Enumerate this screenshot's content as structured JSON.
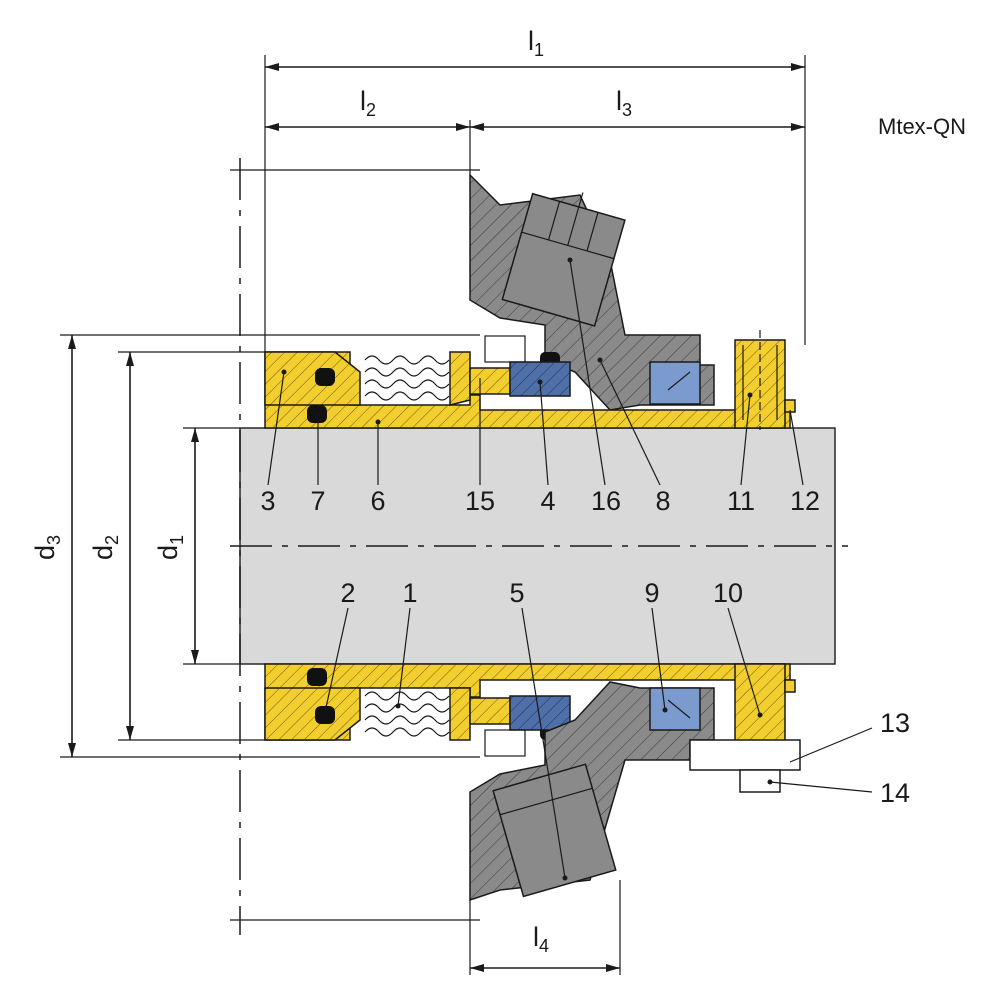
{
  "title": "Mtex-QN",
  "dimensions": {
    "l1": {
      "main": "l",
      "sub": "1"
    },
    "l2": {
      "main": "l",
      "sub": "2"
    },
    "l3": {
      "main": "l",
      "sub": "3"
    },
    "l4": {
      "main": "l",
      "sub": "4"
    },
    "d1": {
      "main": "d",
      "sub": "1"
    },
    "d2": {
      "main": "d",
      "sub": "2"
    },
    "d3": {
      "main": "d",
      "sub": "3"
    }
  },
  "part_numbers_upper": [
    "3",
    "7",
    "6",
    "15",
    "4",
    "16",
    "8",
    "11",
    "12"
  ],
  "part_numbers_lower": [
    "2",
    "1",
    "5",
    "9",
    "10"
  ],
  "part_numbers_side": [
    "13",
    "14"
  ],
  "colors": {
    "brass": "#F2CF2E",
    "steel_gray": "#8A8A8A",
    "shaft_gray": "#D9D9D9",
    "carbon_blue": "#4F6FA8",
    "seat_blue": "#7B9BCF",
    "line": "#1A1A1A"
  }
}
